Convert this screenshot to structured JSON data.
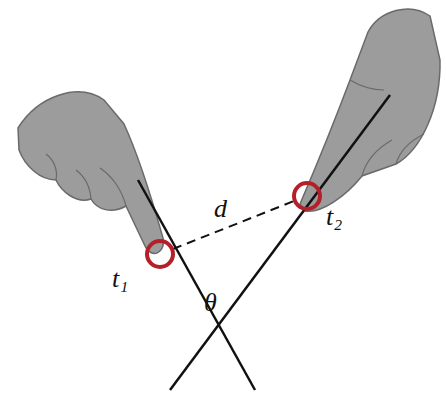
{
  "diagram": {
    "labels": [
      "t₁",
      "d",
      "t₂",
      "θ"
    ]
  }
}
